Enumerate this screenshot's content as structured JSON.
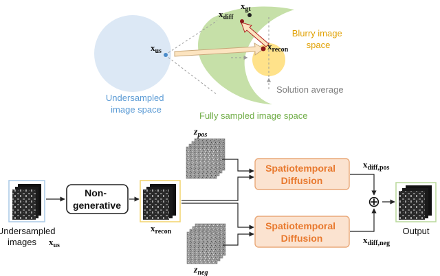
{
  "top_panel": {
    "undersampled_space_label": [
      "Undersampled",
      "image space"
    ],
    "fully_sampled_space_label": "Fully sampled image space",
    "blurry_space_label": [
      "Blurry image",
      "space"
    ],
    "solution_average_label": "Solution average",
    "points": {
      "x_us": {
        "base": "x",
        "sub": "us"
      },
      "x_gt": {
        "base": "x",
        "sub": "gt"
      },
      "x_diff": {
        "base": "x",
        "sub": "diff"
      },
      "x_recon": {
        "base": "x",
        "sub": "recon"
      }
    },
    "colors": {
      "undersampled_region": "#dce8f5",
      "fully_sampled_region": "#c6e0a8",
      "blurry_region": "#ffe28a",
      "undersampled_text": "#5b9bd5",
      "fully_sampled_text": "#70ad47",
      "blurry_text": "#e0a000",
      "solution_average_text": "#808080",
      "arrow_fill": "#fce4c0",
      "arrow_stroke": "#c9a87a",
      "x_us_dot": "#4a8bc9",
      "x_gt_dot": "#222222",
      "x_diff_dot": "#8b1a1a",
      "x_recon_dot": "#8b1a1a"
    }
  },
  "pipeline": {
    "input_label": [
      "Undersampled",
      "images"
    ],
    "input_symbol": {
      "base": "x",
      "sub": "us"
    },
    "non_generative_label": [
      "Non-",
      "generative"
    ],
    "recon_symbol": {
      "base": "x",
      "sub": "recon"
    },
    "z_pos": {
      "base": "z",
      "sub": "pos"
    },
    "z_neg": {
      "base": "z",
      "sub": "neg"
    },
    "diffusion_top_label": [
      "Spatiotemporal",
      "Diffusion"
    ],
    "diffusion_bottom_label": [
      "Spatiotemporal",
      "Diffusion"
    ],
    "x_diff_pos": {
      "base": "x",
      "sub": "diff,pos"
    },
    "x_diff_neg": {
      "base": "x",
      "sub": "diff,neg"
    },
    "sum_symbol": "⊕",
    "output_label": "Output",
    "colors": {
      "diffusion_fill": "#fbe3d0",
      "diffusion_stroke": "#e9a878",
      "diffusion_text": "#e8792e",
      "input_frame": "#a9c8e6",
      "recon_frame": "#f2d36b",
      "output_frame": "#b8d99a"
    }
  }
}
